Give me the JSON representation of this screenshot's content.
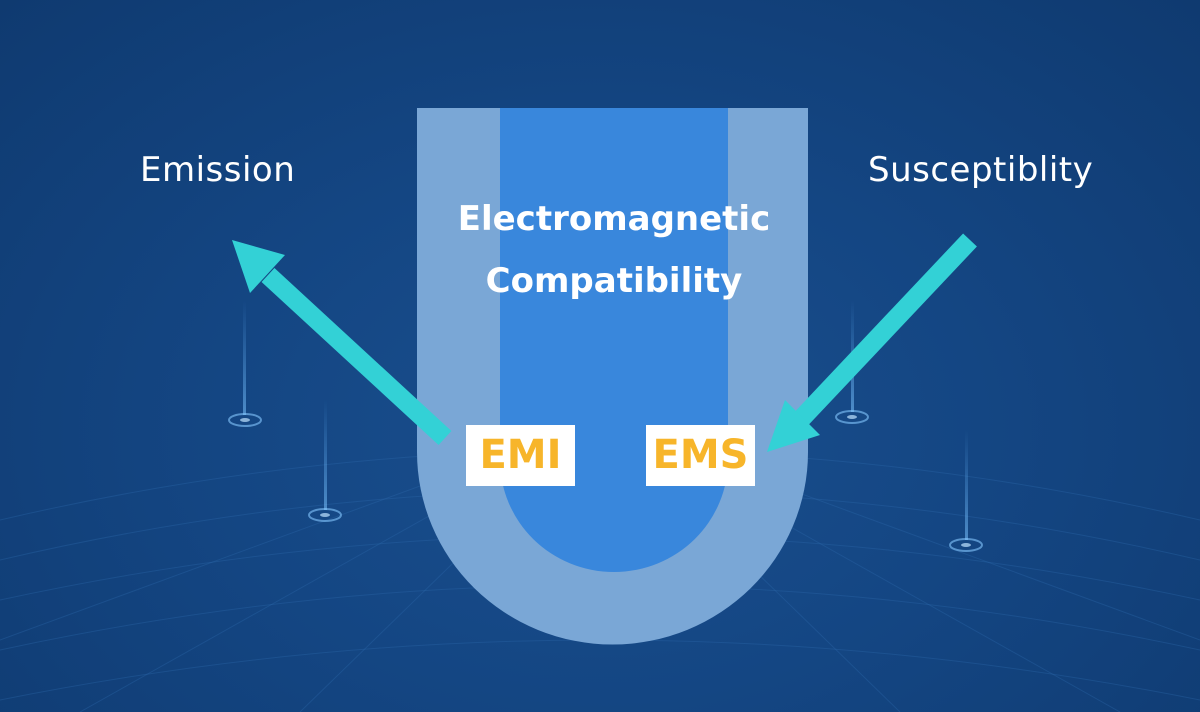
{
  "labels": {
    "left": "Emission",
    "right": "Susceptiblity"
  },
  "center": {
    "line1": "Electromagnetic",
    "line2": "Compatibility"
  },
  "tags": {
    "left": "EMI",
    "right": "EMS"
  },
  "colors": {
    "background": "#144683",
    "u_outer": "#7aa7d6",
    "u_inner": "#3987dc",
    "arrow": "#33d1d6",
    "tag_text": "#f7b52a",
    "tag_bg": "#ffffff"
  }
}
